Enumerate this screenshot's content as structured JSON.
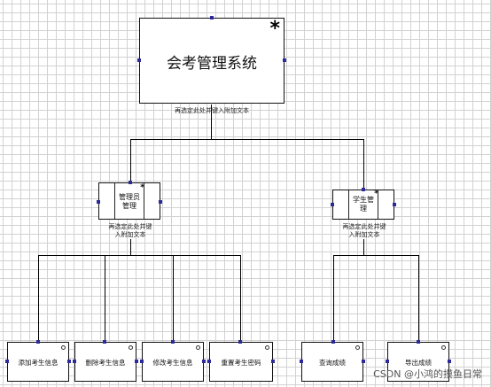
{
  "diagram": {
    "root": {
      "label": "会考管理系统",
      "marker": "*",
      "caption": "再选定此处并键入附加文本"
    },
    "modules": [
      {
        "label": "管理员\n管理",
        "marker": "*",
        "caption": "再选定此处并键\n入附加文本",
        "children": [
          "添加考生信息",
          "删除考生信息",
          "修改考生信息",
          "重置考生密码"
        ]
      },
      {
        "label": "学生管\n理",
        "marker": "*",
        "caption": "再选定此处并键\n入附加文本",
        "children": [
          "查询成绩",
          "导出成绩"
        ]
      }
    ]
  },
  "watermark": "CSDN @小鸿的摸鱼日常"
}
